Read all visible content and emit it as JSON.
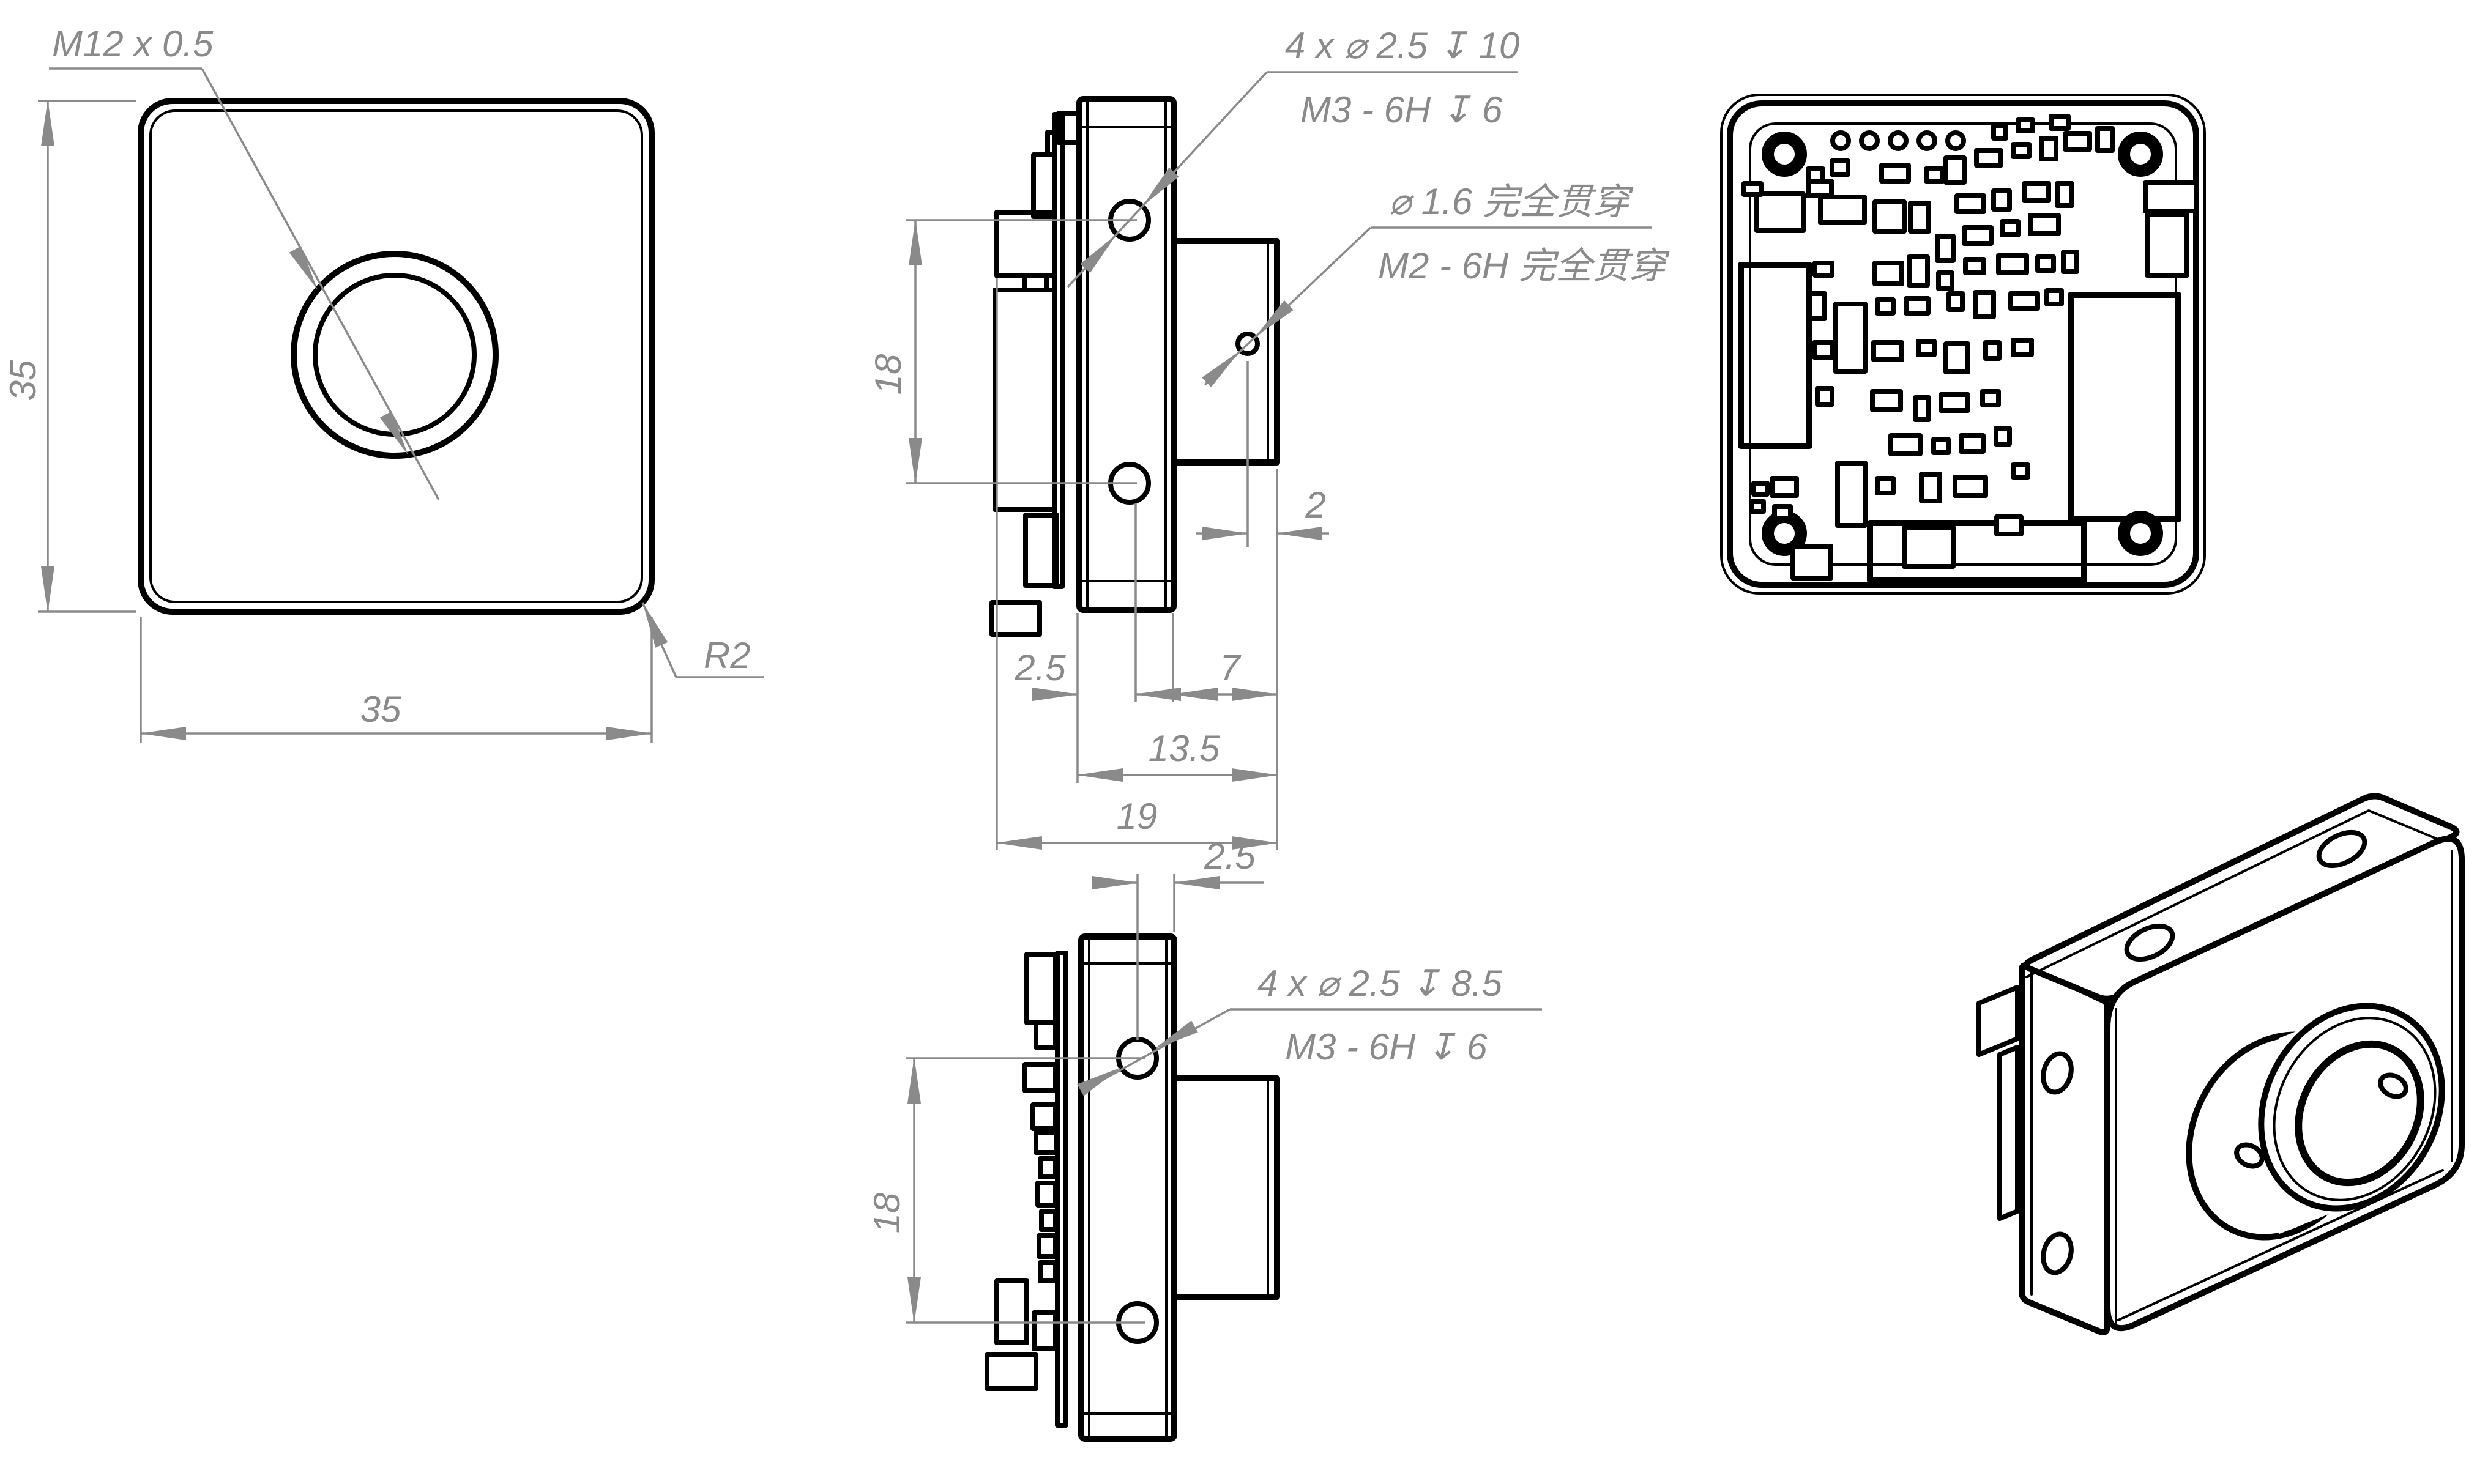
{
  "colors": {
    "background": "#ffffff",
    "object_line": "#000000",
    "dimension": "#8a8a8a"
  },
  "front_view": {
    "thread_callout": "M12 x 0.5",
    "height_dim": "35",
    "width_dim": "35",
    "corner_radius_label": "R2"
  },
  "side_view_top": {
    "mount_hole_callout_line1": "4 x ⌀ 2.5 ↧ 10",
    "mount_hole_callout_line2": "M3 - 6H ↧ 6",
    "through_hole_callout_line1": "⌀ 1.6 完全贯穿",
    "through_hole_callout_line2": "M2 - 6H 完全贯穿",
    "hole_spacing_dim": "18",
    "hole_plane_offset_dim": "2.5",
    "barrel_length_dim": "7",
    "body_depth_dim": "13.5",
    "total_depth_dim": "19",
    "sensor_hole_offset_dim": "2"
  },
  "side_view_bottom": {
    "hole_plane_offset_dim": "2.5",
    "mount_hole_callout_line1": "4 x ⌀ 2.5 ↧ 8.5",
    "mount_hole_callout_line2": "M3 - 6H ↧ 6",
    "hole_spacing_dim": "18"
  }
}
